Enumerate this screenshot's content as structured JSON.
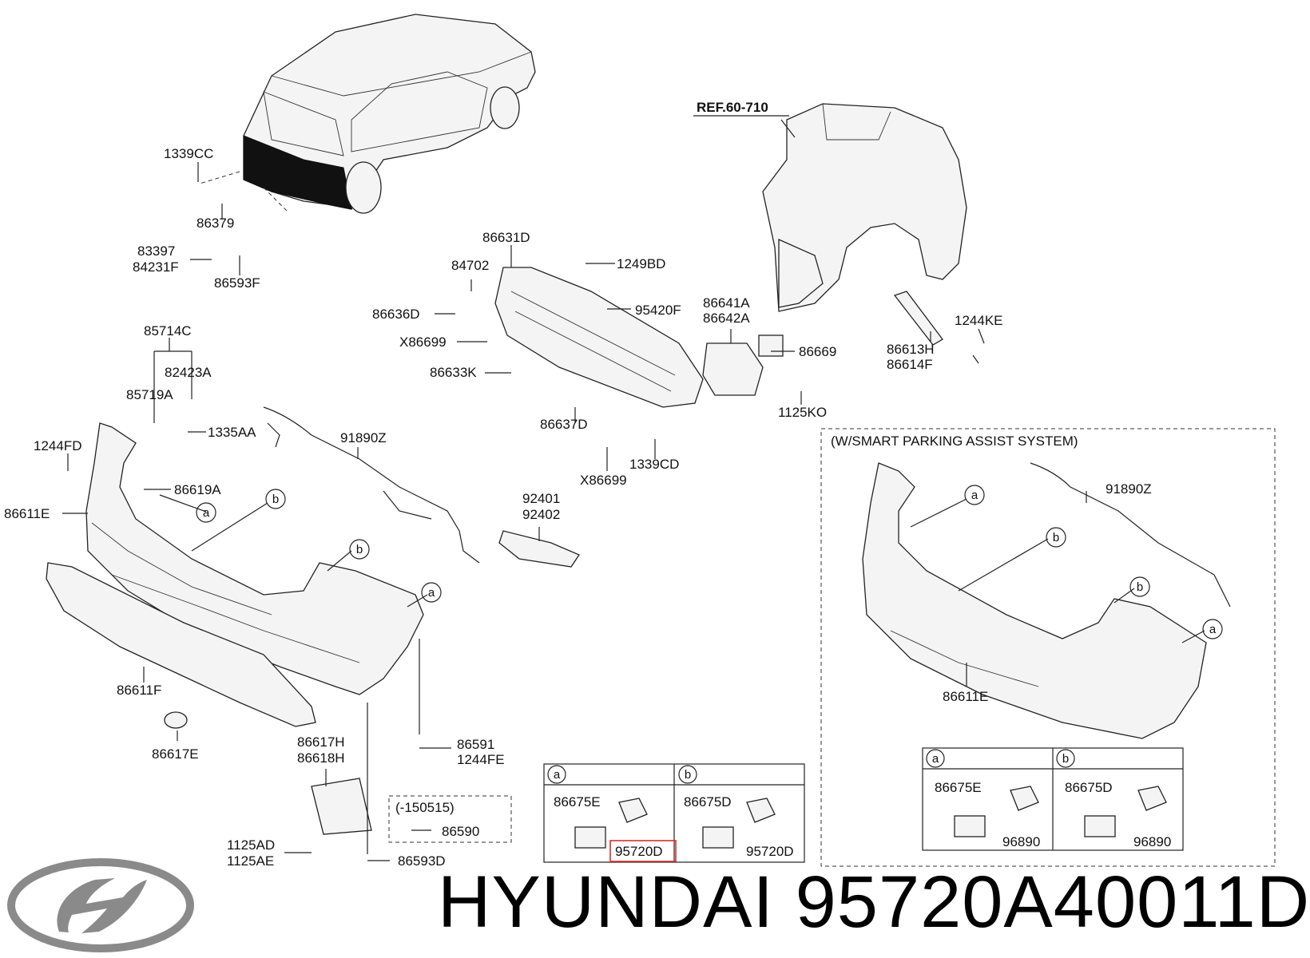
{
  "brand": {
    "title": "HYUNDAI 95720A40011D",
    "logo": "hyundai-logo"
  },
  "reference": "REF.60-710",
  "parts": [
    {
      "id": "p1339CC",
      "text": "1339CC"
    },
    {
      "id": "p86379",
      "text": "86379"
    },
    {
      "id": "p83397",
      "text": "83397"
    },
    {
      "id": "p84231F",
      "text": "84231F"
    },
    {
      "id": "p86593F",
      "text": "86593F"
    },
    {
      "id": "p86631D",
      "text": "86631D"
    },
    {
      "id": "p84702",
      "text": "84702"
    },
    {
      "id": "p1249BD",
      "text": "1249BD"
    },
    {
      "id": "p86636D",
      "text": "86636D"
    },
    {
      "id": "p95420F",
      "text": "95420F"
    },
    {
      "id": "p86641A",
      "text": "86641A"
    },
    {
      "id": "p86642A",
      "text": "86642A"
    },
    {
      "id": "pX86699a",
      "text": "X86699"
    },
    {
      "id": "p86669",
      "text": "86669"
    },
    {
      "id": "p86633K",
      "text": "86633K"
    },
    {
      "id": "p86613H",
      "text": "86613H"
    },
    {
      "id": "p86614F",
      "text": "86614F"
    },
    {
      "id": "p1244KE",
      "text": "1244KE"
    },
    {
      "id": "p1125KO",
      "text": "1125KO"
    },
    {
      "id": "p85714C",
      "text": "85714C"
    },
    {
      "id": "p82423A",
      "text": "82423A"
    },
    {
      "id": "p85719A",
      "text": "85719A"
    },
    {
      "id": "p1335AA",
      "text": "1335AA"
    },
    {
      "id": "p1244FD",
      "text": "1244FD"
    },
    {
      "id": "p91890Z",
      "text": "91890Z"
    },
    {
      "id": "p86637D",
      "text": "86637D"
    },
    {
      "id": "p1339CD",
      "text": "1339CD"
    },
    {
      "id": "pX86699b",
      "text": "X86699"
    },
    {
      "id": "p86619A",
      "text": "86619A"
    },
    {
      "id": "p86611E",
      "text": "86611E"
    },
    {
      "id": "p92401",
      "text": "92401"
    },
    {
      "id": "p92402",
      "text": "92402"
    },
    {
      "id": "p86611F",
      "text": "86611F"
    },
    {
      "id": "p86617E",
      "text": "86617E"
    },
    {
      "id": "p86617H",
      "text": "86617H"
    },
    {
      "id": "p86618H",
      "text": "86618H"
    },
    {
      "id": "p86591",
      "text": "86591"
    },
    {
      "id": "p1244FE",
      "text": "1244FE"
    },
    {
      "id": "p150515",
      "text": "(-150515)"
    },
    {
      "id": "p86590",
      "text": "86590"
    },
    {
      "id": "p1125AD",
      "text": "1125AD"
    },
    {
      "id": "p1125AE",
      "text": "1125AE"
    },
    {
      "id": "p86593D",
      "text": "86593D"
    },
    {
      "id": "t1_86675E",
      "text": "86675E"
    },
    {
      "id": "t1_95720D",
      "text": "95720D"
    },
    {
      "id": "t1_86675D",
      "text": "86675D"
    },
    {
      "id": "t1_95720D2",
      "text": "95720D"
    },
    {
      "id": "sp_title",
      "text": "(W/SMART PARKING ASSIST SYSTEM)"
    },
    {
      "id": "sp_91890Z",
      "text": "91890Z"
    },
    {
      "id": "sp_86611E",
      "text": "86611E"
    },
    {
      "id": "t2_86675E",
      "text": "86675E"
    },
    {
      "id": "t2_96890",
      "text": "96890"
    },
    {
      "id": "t2_86675D",
      "text": "86675D"
    },
    {
      "id": "t2_96890b",
      "text": "96890"
    }
  ],
  "callouts": {
    "a": "a",
    "b": "b"
  },
  "highlight": {
    "part": "95720D",
    "color": "#d9302c"
  }
}
